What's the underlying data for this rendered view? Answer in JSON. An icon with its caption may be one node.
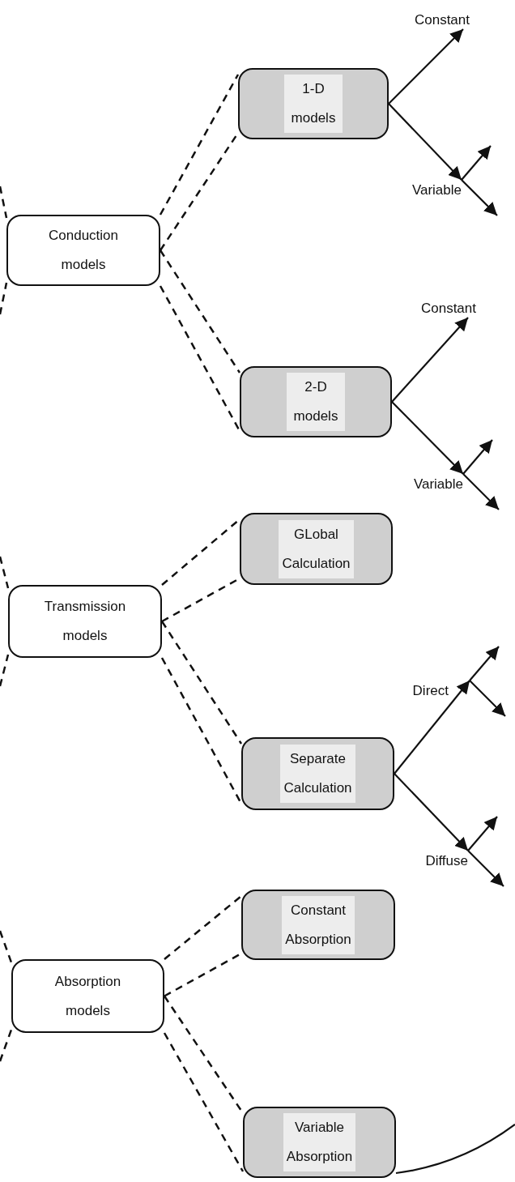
{
  "diagram": {
    "nodes": [
      {
        "text": [
          "Conduction models"
        ]
      },
      {
        "text": [
          "1-D models"
        ]
      },
      {
        "text": [
          "Constant"
        ]
      },
      {
        "text": [
          "Variable"
        ]
      },
      {
        "text": [
          "2-D models"
        ]
      },
      {
        "text": [
          "Constant"
        ]
      },
      {
        "text": [
          "Variable"
        ]
      },
      {
        "text": [
          "Transmission models"
        ]
      },
      {
        "text": [
          "GLobal Calculation"
        ]
      },
      {
        "text": [
          "Separate Calculation"
        ]
      },
      {
        "text": [
          "Direct"
        ]
      },
      {
        "text": [
          "Diffuse"
        ]
      },
      {
        "text": [
          "Absorption models"
        ]
      },
      {
        "text": [
          "Constant Absorption"
        ]
      },
      {
        "text": [
          "Variable Absorption"
        ]
      }
    ],
    "edges": [
      {
        "from": null,
        "to": 0,
        "arrow": "none",
        "style": "dashed"
      },
      {
        "from": null,
        "to": 0,
        "arrow": "none",
        "style": "dashed"
      },
      {
        "from": 0,
        "to": 1,
        "arrow": "none",
        "style": "dashed"
      },
      {
        "from": 0,
        "to": 1,
        "arrow": "none",
        "style": "dashed"
      },
      {
        "from": 0,
        "to": 4,
        "arrow": "none",
        "style": "dashed"
      },
      {
        "from": 0,
        "to": 4,
        "arrow": "none",
        "style": "dashed"
      },
      {
        "from": 1,
        "to": 2,
        "arrow": "to"
      },
      {
        "from": 1,
        "to": 3,
        "arrow": "to"
      },
      {
        "from": 3,
        "to": null,
        "arrow": "to"
      },
      {
        "from": 3,
        "to": null,
        "arrow": "to"
      },
      {
        "from": 4,
        "to": 5,
        "arrow": "to"
      },
      {
        "from": 4,
        "to": 6,
        "arrow": "to"
      },
      {
        "from": 6,
        "to": null,
        "arrow": "to"
      },
      {
        "from": 6,
        "to": null,
        "arrow": "to"
      },
      {
        "from": null,
        "to": 7,
        "arrow": "none",
        "style": "dashed"
      },
      {
        "from": null,
        "to": 7,
        "arrow": "none",
        "style": "dashed"
      },
      {
        "from": 7,
        "to": 8,
        "arrow": "none",
        "style": "dashed"
      },
      {
        "from": 7,
        "to": 8,
        "arrow": "none",
        "style": "dashed"
      },
      {
        "from": 7,
        "to": 9,
        "arrow": "none",
        "style": "dashed"
      },
      {
        "from": 7,
        "to": 9,
        "arrow": "none",
        "style": "dashed"
      },
      {
        "from": 9,
        "to": 10,
        "arrow": "to"
      },
      {
        "from": 9,
        "to": 11,
        "arrow": "to"
      },
      {
        "from": 10,
        "to": null,
        "arrow": "to"
      },
      {
        "from": 10,
        "to": null,
        "arrow": "to"
      },
      {
        "from": 11,
        "to": null,
        "arrow": "to"
      },
      {
        "from": 11,
        "to": null,
        "arrow": "to"
      },
      {
        "from": null,
        "to": 12,
        "arrow": "none",
        "style": "dashed"
      },
      {
        "from": null,
        "to": 12,
        "arrow": "none",
        "style": "dashed"
      },
      {
        "from": 12,
        "to": 13,
        "arrow": "none",
        "style": "dashed"
      },
      {
        "from": 12,
        "to": 13,
        "arrow": "none",
        "style": "dashed"
      },
      {
        "from": 12,
        "to": 14,
        "arrow": "none",
        "style": "dashed"
      },
      {
        "from": 12,
        "to": 14,
        "arrow": "none",
        "style": "dashed"
      },
      {
        "from": 14,
        "to": null,
        "arrow": "none"
      }
    ]
  }
}
